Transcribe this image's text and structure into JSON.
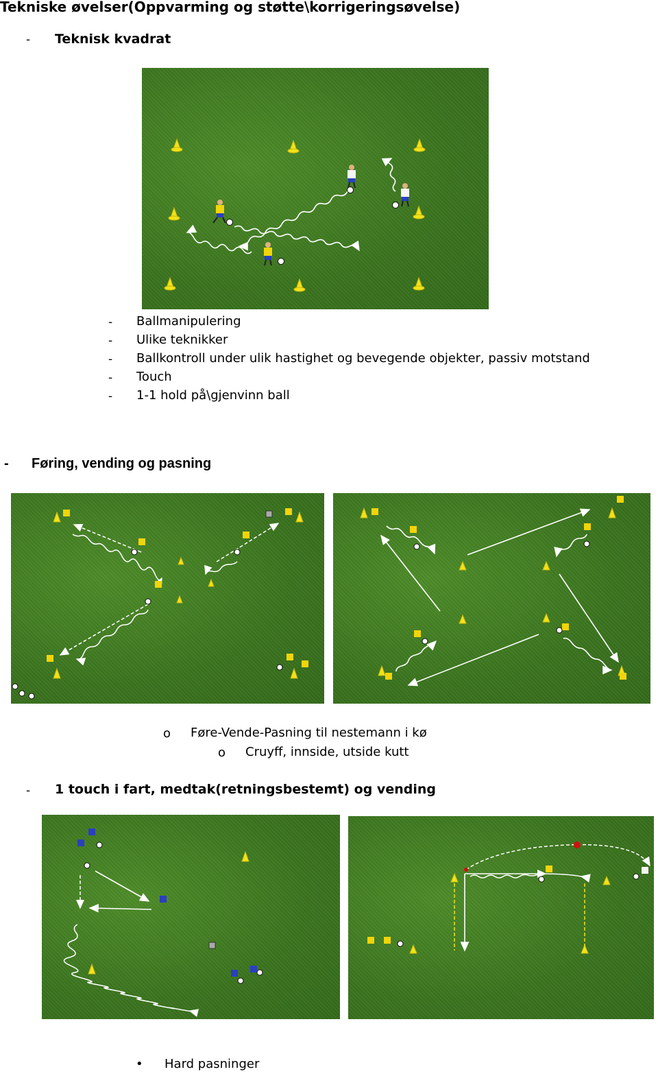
{
  "page": {
    "title": "Tekniske øvelser(Oppvarming og støtte\\korrigeringsøvelse)"
  },
  "section1": {
    "bullet": "-",
    "heading": "Teknisk kvadrat",
    "items": [
      "Ballmanipulering",
      "Ulike teknikker",
      "Ballkontroll under ulik hastighet og bevegende objekter, passiv motstand",
      "Touch",
      "1-1 hold på\\gjenvinn ball"
    ]
  },
  "section2": {
    "bullet": "-",
    "heading": "Føring,  vending og pasning",
    "subitems": [
      {
        "marker": "o",
        "text": "Føre-Vende-Pasning til nestemann i kø"
      },
      {
        "marker": "o",
        "text": "Cruyff, innside, utside kutt"
      }
    ]
  },
  "section3": {
    "bullet": "-",
    "heading": "1 touch i fart, medtak(retningsbestemt) og vending",
    "bullet_items": [
      {
        "marker": "•",
        "text": "Hard pasninger"
      }
    ]
  },
  "colors": {
    "grass": "#3f7a21",
    "cone": "#f2e21a",
    "player_yellow": "#f2d40a",
    "player_blue": "#2b3fbf",
    "line": "#ffffff"
  }
}
